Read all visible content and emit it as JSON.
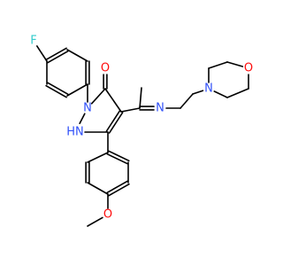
{
  "molecule": {
    "atoms": [
      {
        "id": "F",
        "label": "F",
        "color": "#33cccc"
      },
      {
        "id": "N1",
        "label": "N",
        "color": "#3050f8"
      },
      {
        "id": "NH",
        "label": "HN",
        "color": "#3050f8"
      },
      {
        "id": "O1",
        "label": "O",
        "color": "#ff0d0d"
      },
      {
        "id": "N3",
        "label": "N",
        "color": "#3050f8"
      },
      {
        "id": "N4",
        "label": "N",
        "color": "#3050f8"
      },
      {
        "id": "O2",
        "label": "O",
        "color": "#ff0d0d"
      },
      {
        "id": "O3",
        "label": "O",
        "color": "#ff0d0d"
      }
    ]
  }
}
